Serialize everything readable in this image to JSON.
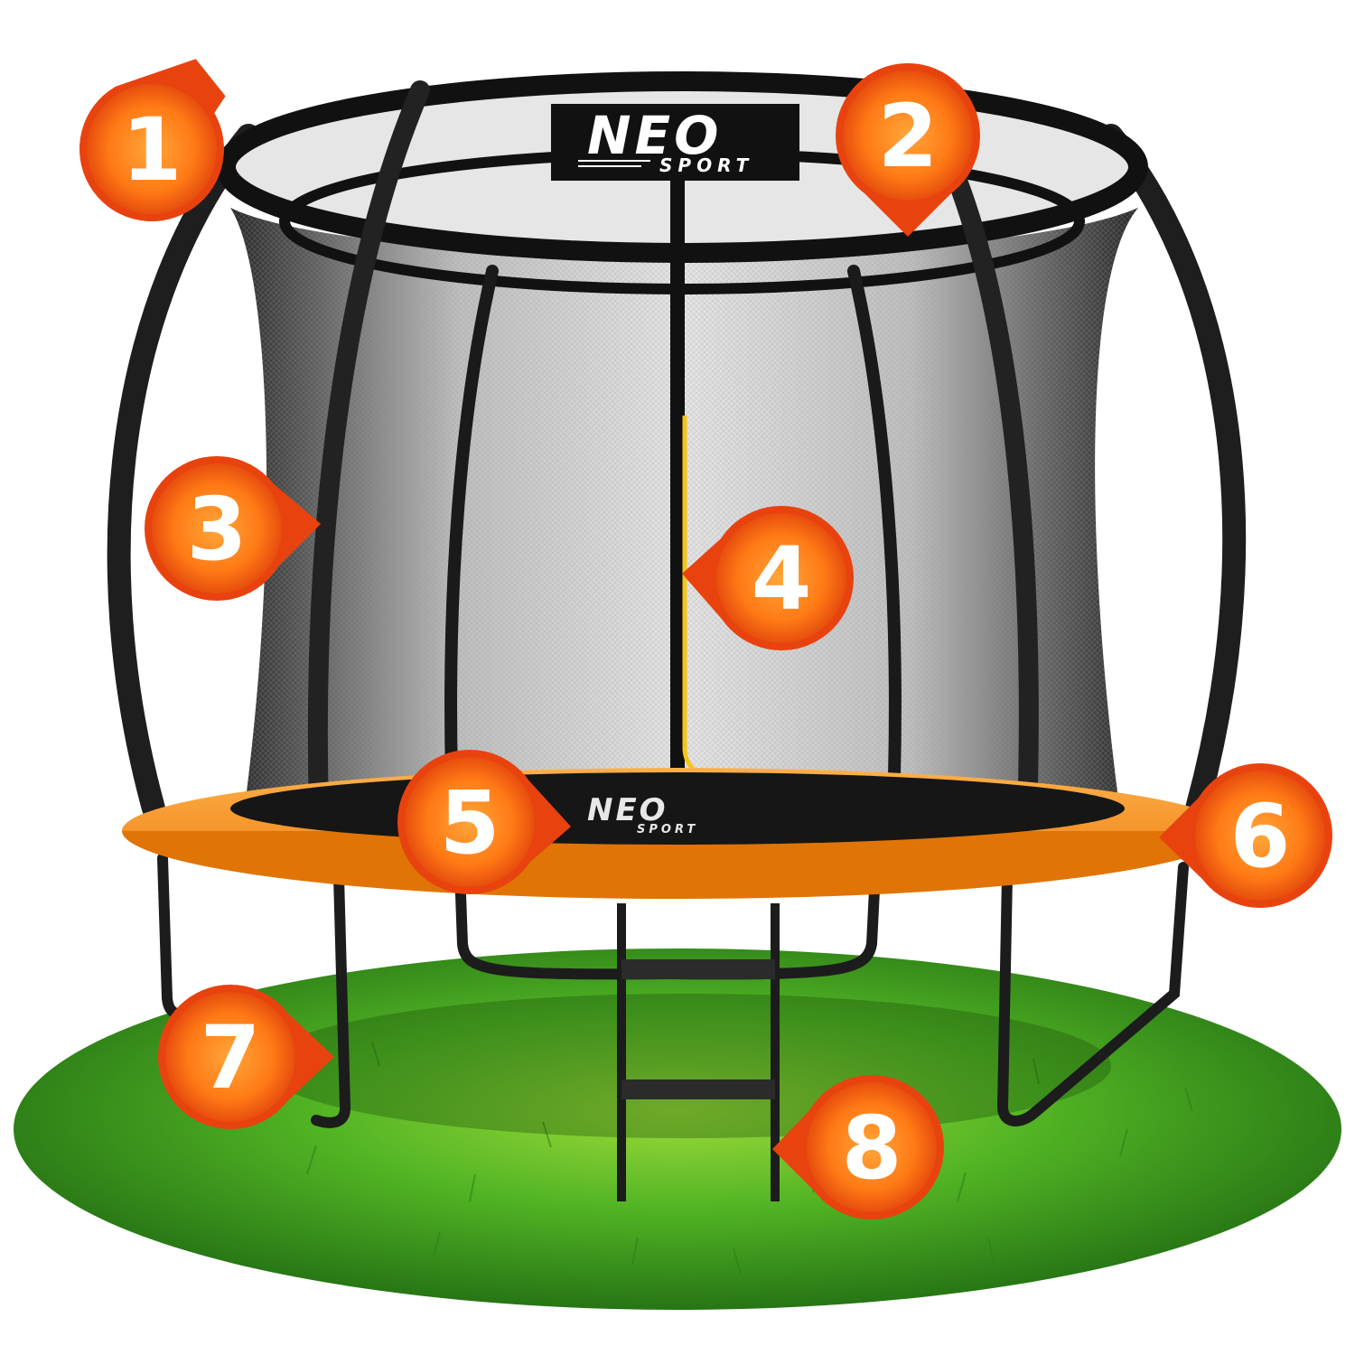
{
  "brand": {
    "line1": "NEO",
    "line2": "SPORT"
  },
  "markers": [
    {
      "label": "1"
    },
    {
      "label": "2"
    },
    {
      "label": "3"
    },
    {
      "label": "4"
    },
    {
      "label": "5"
    },
    {
      "label": "6"
    },
    {
      "label": "7"
    },
    {
      "label": "8"
    }
  ],
  "colors": {
    "marker_outer": "#e8420f",
    "marker_inner": "#ff8a1e",
    "pad": "#f7931e",
    "net": "#d8d8d8",
    "frame": "#1e1e1e",
    "grass": "#3f9a1f",
    "zipper": "#f5c518"
  }
}
